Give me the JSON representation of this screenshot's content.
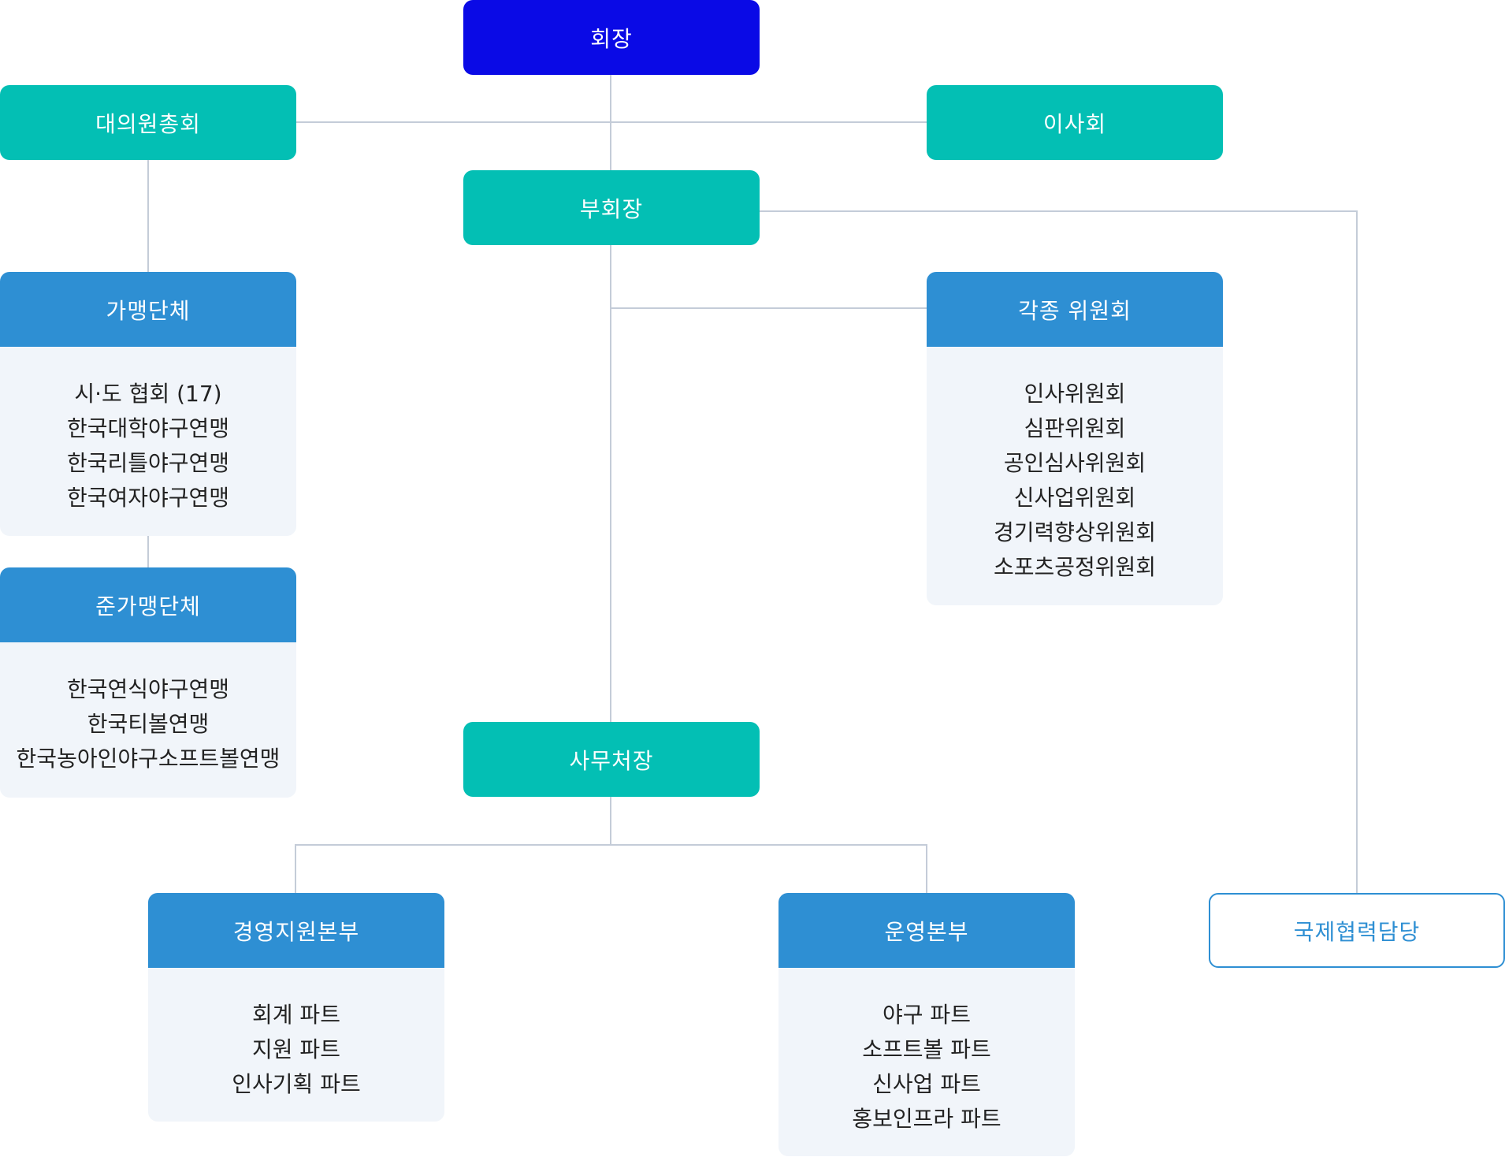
{
  "chart": {
    "president": "회장",
    "general_assembly": "대의원총회",
    "board": "이사회",
    "vice_president": "부회장",
    "secretary_general": "사무처장",
    "international": "국제협력담당",
    "member_orgs": {
      "title": "가맹단체",
      "items": [
        "시·도 협회 (17)",
        "한국대학야구연맹",
        "한국리틀야구연맹",
        "한국여자야구연맹"
      ]
    },
    "associate_orgs": {
      "title": "준가맹단체",
      "items": [
        "한국연식야구연맹",
        "한국티볼연맹",
        "한국농아인야구소프트볼연맹"
      ]
    },
    "committees": {
      "title": "각종 위원회",
      "items": [
        "인사위원회",
        "심판위원회",
        "공인심사위원회",
        "신사업위원회",
        "경기력향상위원회",
        "소포츠공정위원회"
      ]
    },
    "mgmt_support": {
      "title": "경영지원본부",
      "items": [
        "회계 파트",
        "지원 파트",
        "인사기획 파트"
      ]
    },
    "operations": {
      "title": "운영본부",
      "items": [
        "야구 파트",
        "소프트볼 파트",
        "신사업 파트",
        "홍보인프라 파트"
      ]
    }
  },
  "colors": {
    "navy": "#0a0ae6",
    "teal": "#03bfb4",
    "blue": "#2e8fd3",
    "card_bg": "#f1f5fa",
    "connector": "#c4ccd8"
  }
}
